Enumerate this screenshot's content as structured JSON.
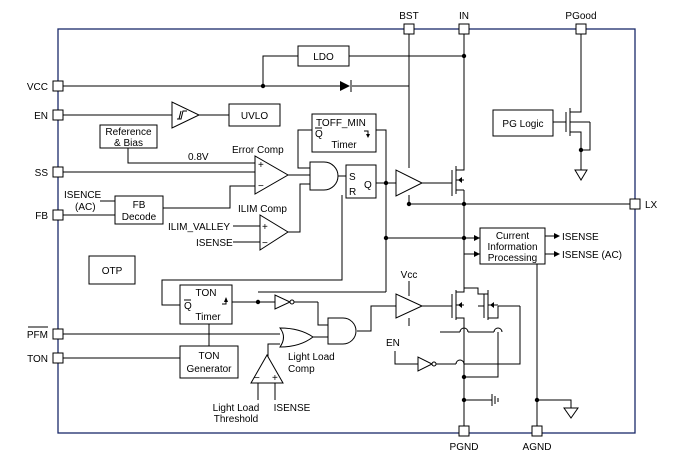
{
  "pins": {
    "bst": "BST",
    "in": "IN",
    "pgood": "PGood",
    "vcc": "VCC",
    "en": "EN",
    "ss": "SS",
    "fb": "FB",
    "pfm": "PFM",
    "ton": "TON",
    "lx": "LX",
    "pgnd": "PGND",
    "agnd": "AGND"
  },
  "blocks": {
    "ldo": "LDO",
    "uvlo": "UVLO",
    "ref_bias_line1": "Reference",
    "ref_bias_line2": "& Bias",
    "toff_min": "TOFF_MIN",
    "toff_q": "Q",
    "toff_timer": "Timer",
    "sr_s": "S",
    "sr_r": "R",
    "sr_q": "Q",
    "pg_logic": "PG Logic",
    "fb_decode_line1": "FB",
    "fb_decode_line2": "Decode",
    "otp": "OTP",
    "cip_line1": "Current",
    "cip_line2": "Information",
    "cip_line3": "Processing",
    "ton_timer_title": "TON",
    "ton_timer_q": "Q",
    "ton_timer_label": "Timer",
    "ton_gen_line1": "TON",
    "ton_gen_line2": "Generator"
  },
  "labels": {
    "error_comp": "Error Comp",
    "v08": "0.8V",
    "isence_ac_line1": "ISENCE",
    "isence_ac_line2": "(AC)",
    "ilim_comp": "ILIM Comp",
    "ilim_valley": "ILIM_VALLEY",
    "isense_ilim": "ISENSE",
    "isense_out": "ISENSE",
    "isense_ac_out": "ISENSE (AC)",
    "vcc_rail": "Vcc",
    "en_inner": "EN",
    "light_load_comp_line1": "Light Load",
    "light_load_comp_line2": "Comp",
    "light_load_threshold_line1": "Light Load",
    "light_load_threshold_line2": "Threshold",
    "isense_bottom": "ISENSE",
    "plus": "+",
    "minus": "−"
  }
}
